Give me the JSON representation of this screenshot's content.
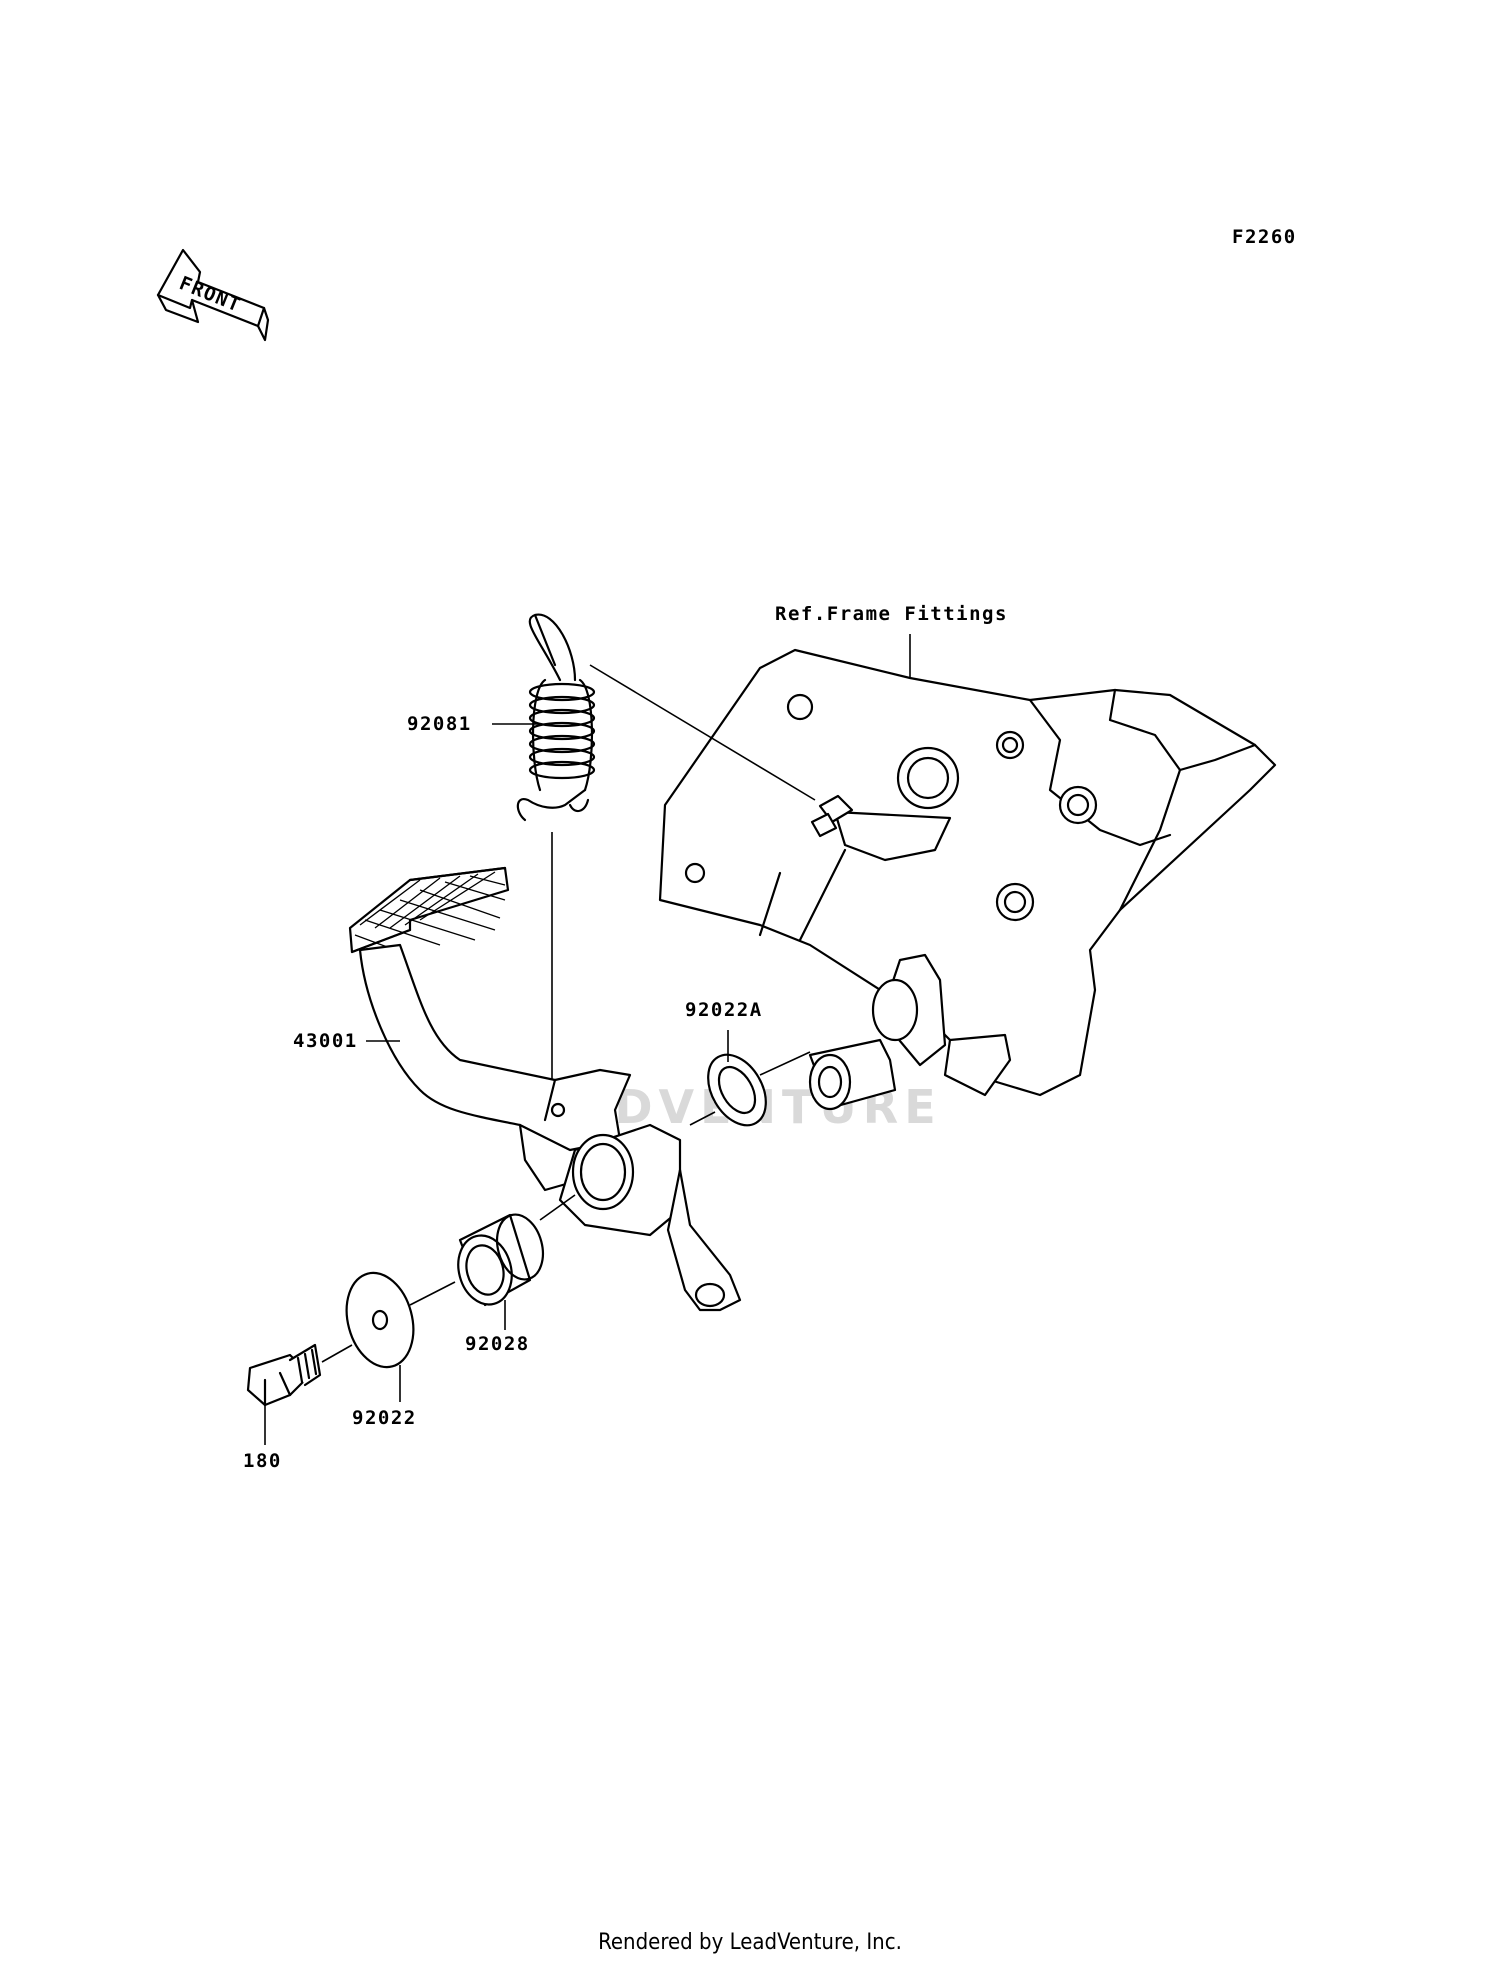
{
  "diagram_code": "F2260",
  "front_label": "FRONT",
  "ref_label": "Ref.Frame Fittings",
  "parts": {
    "spring": "92081",
    "pedal": "43001",
    "washer_a": "92022A",
    "collar": "92028",
    "washer": "92022",
    "bolt": "180"
  },
  "watermark": "LEADVENTURE",
  "footer": "Rendered by LeadVenture, Inc."
}
